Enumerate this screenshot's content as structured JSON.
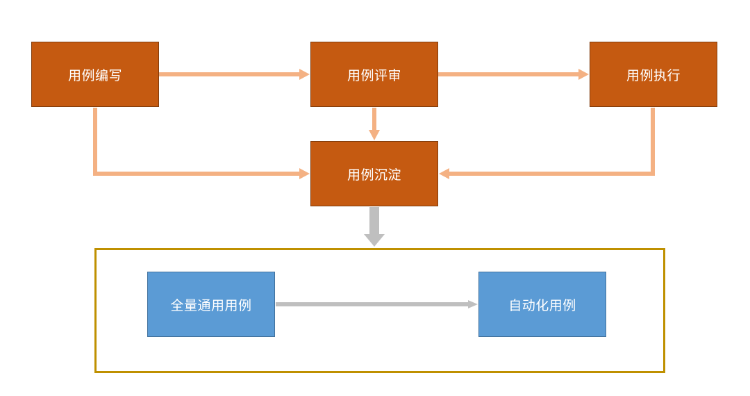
{
  "nodes": {
    "write": "用例编写",
    "review": "用例评审",
    "exec": "用例执行",
    "deposit": "用例沉淀",
    "general": "全量通用用例",
    "auto": "自动化用例"
  },
  "edges": [
    {
      "from": "用例编写",
      "to": "用例评审"
    },
    {
      "from": "用例评审",
      "to": "用例执行"
    },
    {
      "from": "用例评审",
      "to": "用例沉淀"
    },
    {
      "from": "用例编写",
      "to": "用例沉淀"
    },
    {
      "from": "用例执行",
      "to": "用例沉淀"
    },
    {
      "from": "用例沉淀",
      "to": "全量通用用例 / 自动化用例"
    },
    {
      "from": "全量通用用例",
      "to": "自动化用例"
    }
  ],
  "colors": {
    "process_fill": "#c55a11",
    "output_fill": "#5b9bd5",
    "flow_arrow": "#f4b183",
    "output_arrow": "#bfbfbf",
    "container_border": "#bf9000"
  }
}
